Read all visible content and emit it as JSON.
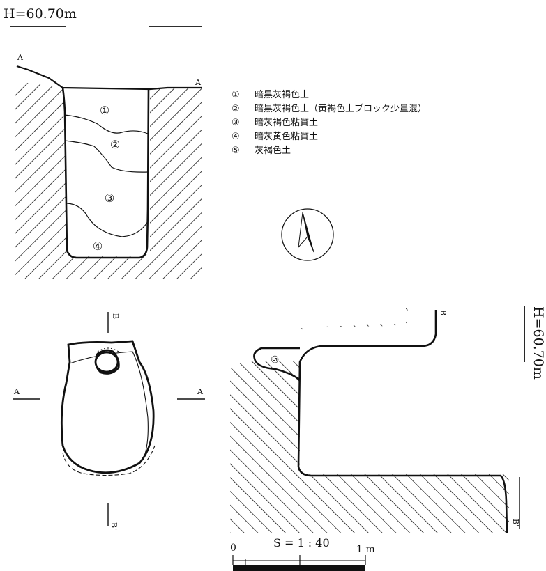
{
  "elevation_label_top": "H=60.70m",
  "elevation_label_side": "H=60.70m",
  "section_labels": {
    "a": "A",
    "a_prime": "A'",
    "b": "B",
    "b_prime": "B'"
  },
  "layer_numbers": [
    "①",
    "②",
    "③",
    "④",
    "⑤"
  ],
  "legend": [
    {
      "num": "①",
      "text": "暗黒灰褐色土"
    },
    {
      "num": "②",
      "text": "暗黒灰褐色土（黄褐色土ブロック少量混）"
    },
    {
      "num": "③",
      "text": "暗灰褐色粘質土"
    },
    {
      "num": "④",
      "text": "暗灰黄色粘質土"
    },
    {
      "num": "⑤",
      "text": "灰褐色土"
    }
  ],
  "scale": {
    "label": "S = 1 : 40",
    "start": "0",
    "end": "1 m"
  }
}
